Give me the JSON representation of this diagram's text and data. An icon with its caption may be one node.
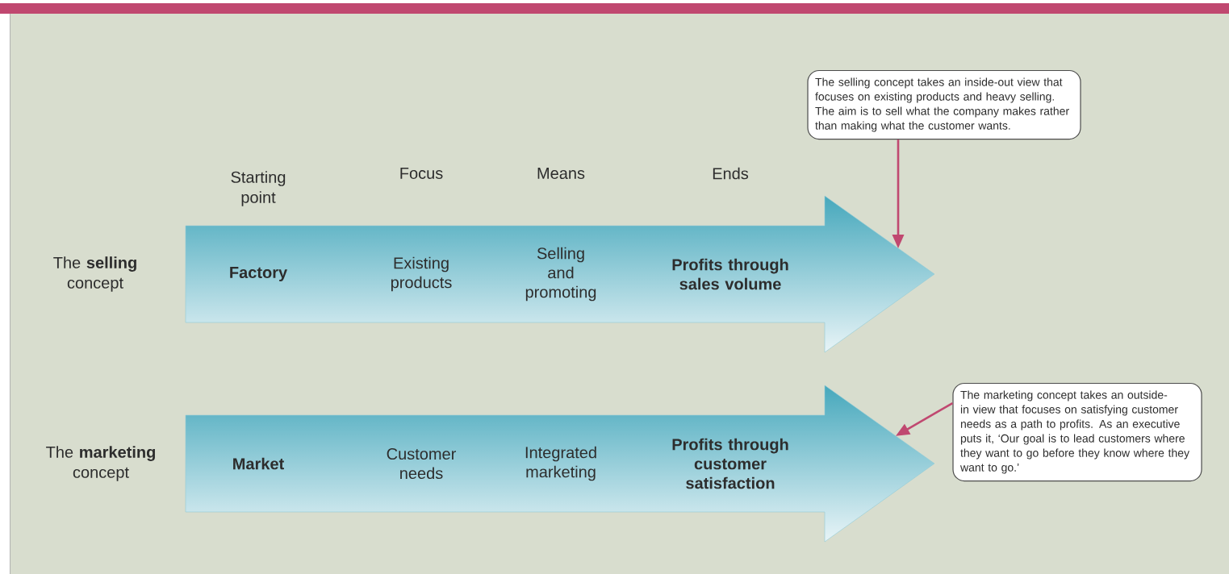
{
  "diagram": {
    "nodes": [
      {
        "text": [
          "Factory",
          "Existing products",
          "Selling and promoting",
          "Profits through sales volume"
        ]
      },
      {
        "text": [
          "Market",
          "Customer needs",
          "Integrated marketing",
          "Profits through customer satisfaction"
        ]
      },
      {
        "text": [
          "The selling concept takes an inside-out view that focuses on existing products and heavy selling. The aim is to sell what the company makes rather than making what the customer wants."
        ]
      },
      {
        "text": [
          "The marketing concept takes an outside-in view that focuses on satisfying customer needs as a path to profits. As an executive puts it, ‘Our goal is to lead customers where they want to go before they know where they want to go.’"
        ]
      }
    ],
    "edges": [
      {
        "from": 2,
        "to": 0,
        "arrow": "to"
      },
      {
        "from": 3,
        "to": 1,
        "arrow": "to"
      }
    ],
    "labels": [
      "Starting point",
      "Focus",
      "Means",
      "Ends",
      "The **selling** concept",
      "The **marketing** concept"
    ]
  }
}
